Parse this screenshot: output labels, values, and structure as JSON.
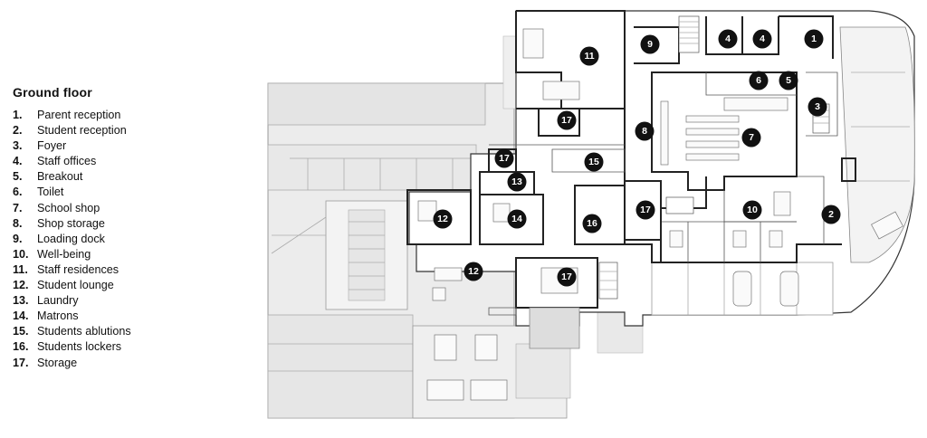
{
  "legend": {
    "title": "Ground floor",
    "items": [
      {
        "num": "1.",
        "label": "Parent reception"
      },
      {
        "num": "2.",
        "label": "Student reception"
      },
      {
        "num": "3.",
        "label": "Foyer"
      },
      {
        "num": "4.",
        "label": "Staff offices"
      },
      {
        "num": "5.",
        "label": "Breakout"
      },
      {
        "num": "6.",
        "label": "Toilet"
      },
      {
        "num": "7.",
        "label": "School shop"
      },
      {
        "num": "8.",
        "label": "Shop storage"
      },
      {
        "num": "9.",
        "label": "Loading dock"
      },
      {
        "num": "10.",
        "label": "Well-being"
      },
      {
        "num": "11.",
        "label": "Staff residences"
      },
      {
        "num": "12.",
        "label": "Student lounge"
      },
      {
        "num": "13.",
        "label": "Laundry"
      },
      {
        "num": "14.",
        "label": "Matrons"
      },
      {
        "num": "15.",
        "label": "Students ablutions"
      },
      {
        "num": "16.",
        "label": "Students lockers"
      },
      {
        "num": "17.",
        "label": "Storage"
      }
    ]
  },
  "markers": [
    "1",
    "2",
    "3",
    "4",
    "4",
    "5",
    "6",
    "7",
    "8",
    "9",
    "10",
    "11",
    "12",
    "12",
    "13",
    "14",
    "15",
    "16",
    "17",
    "17",
    "17",
    "17"
  ]
}
